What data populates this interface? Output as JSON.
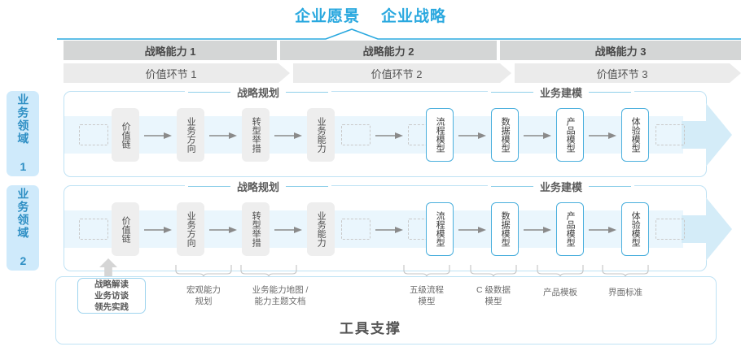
{
  "header": {
    "vision_titles": [
      "企业愿景",
      "企业战略"
    ],
    "accent_color": "#29a8df"
  },
  "capability_row": {
    "cells": [
      {
        "label": "战略能力 1"
      },
      {
        "label": "战略能力 2"
      },
      {
        "label": "战略能力 3"
      }
    ],
    "bg_color": "#d4d6d6"
  },
  "value_row": {
    "cells": [
      {
        "label": "价值环节 1"
      },
      {
        "label": "价值环节 2"
      },
      {
        "label": "价值环节 3"
      }
    ],
    "bg_color": "#ebebeb"
  },
  "domains": [
    {
      "label": "业务领域 1"
    },
    {
      "label": "业务领域 2"
    }
  ],
  "sections": {
    "planning_label": "战略规划",
    "modeling_label": "业务建模"
  },
  "rows": [
    {
      "planning_steps": [
        {
          "label": "价值链"
        },
        {
          "label": "业务方向"
        },
        {
          "label": "转型举措"
        },
        {
          "label": "业务能力"
        }
      ],
      "modeling_steps": [
        {
          "label": "流程模型"
        },
        {
          "label": "数据模型"
        },
        {
          "label": "产品模型"
        },
        {
          "label": "体验模型"
        }
      ]
    },
    {
      "planning_steps": [
        {
          "label": "价值链"
        },
        {
          "label": "业务方向"
        },
        {
          "label": "转型举措"
        },
        {
          "label": "业务能力"
        }
      ],
      "modeling_steps": [
        {
          "label": "流程模型"
        },
        {
          "label": "数据模型"
        },
        {
          "label": "产品模型"
        },
        {
          "label": "体验模型"
        }
      ]
    }
  ],
  "tools": {
    "support_title": "工具支撑",
    "first_box": "战略解读\n业务访谈\n领先实践",
    "labels": [
      {
        "text": "宏观能力\n规划"
      },
      {
        "text": "业务能力地图 /\n能力主题文档"
      },
      {
        "text": "五级流程\n模型"
      },
      {
        "text": "C 级数据\n模型"
      },
      {
        "text": "产品模板"
      },
      {
        "text": "界面标准"
      }
    ]
  }
}
